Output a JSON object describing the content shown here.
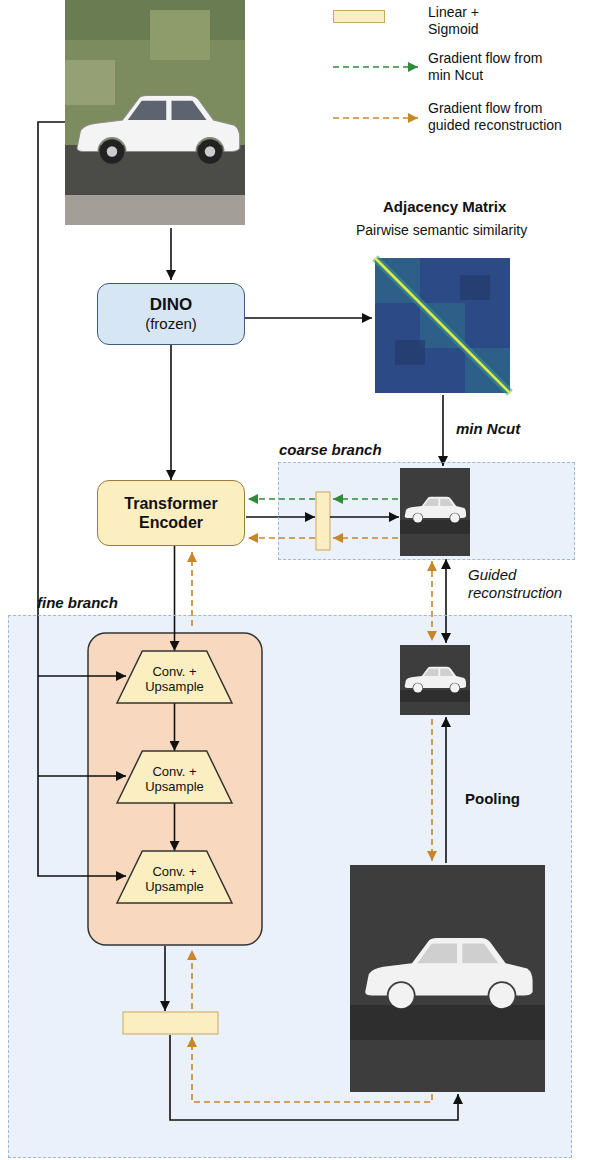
{
  "diagram": {
    "nodes": [
      {
        "text": [
          "DINO",
          "(frozen)"
        ]
      },
      {
        "text": [
          "coarse branch"
        ]
      },
      {
        "text": [
          "Transformer Encoder"
        ]
      },
      {
        "text": [
          "fine branch"
        ]
      },
      {
        "text": [
          "Conv. + Upsample"
        ],
        "in": 3
      },
      {
        "text": [
          "Conv. + Upsample"
        ],
        "in": 3
      },
      {
        "text": [
          "Conv. + Upsample"
        ],
        "in": 3
      }
    ],
    "edges": [
      {
        "from": 0,
        "to": 2,
        "arrow": "to"
      },
      {
        "from": 2,
        "to": 4,
        "arrow": "to"
      },
      {
        "from": 4,
        "to": 5,
        "arrow": "to"
      },
      {
        "from": 5,
        "to": 6,
        "arrow": "to"
      }
    ],
    "labels": [
      "Adjacency Matrix",
      "Pairwise semantic similarity",
      "min Ncut",
      "Guided reconstruction",
      "Pooling"
    ],
    "legend": [
      {
        "text": "Linear + Sigmoid",
        "color": "#fbeec1"
      },
      {
        "text": "Gradient flow from min Ncut"
      },
      {
        "text": "Gradient flow from guided reconstruction"
      }
    ]
  }
}
